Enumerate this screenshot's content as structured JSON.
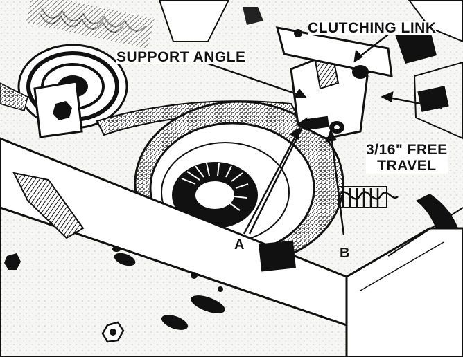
{
  "labels": {
    "clutching_link": "CLUTCHING LINK",
    "support_angle": "SUPPORT ANGLE",
    "free_travel_line1": "3/16\" FREE",
    "free_travel_line2": "TRAVEL",
    "point_a": "A",
    "point_b": "B"
  },
  "colors": {
    "ink": "#111111",
    "paper": "#ffffff",
    "stipple": "#2a2a2a"
  }
}
